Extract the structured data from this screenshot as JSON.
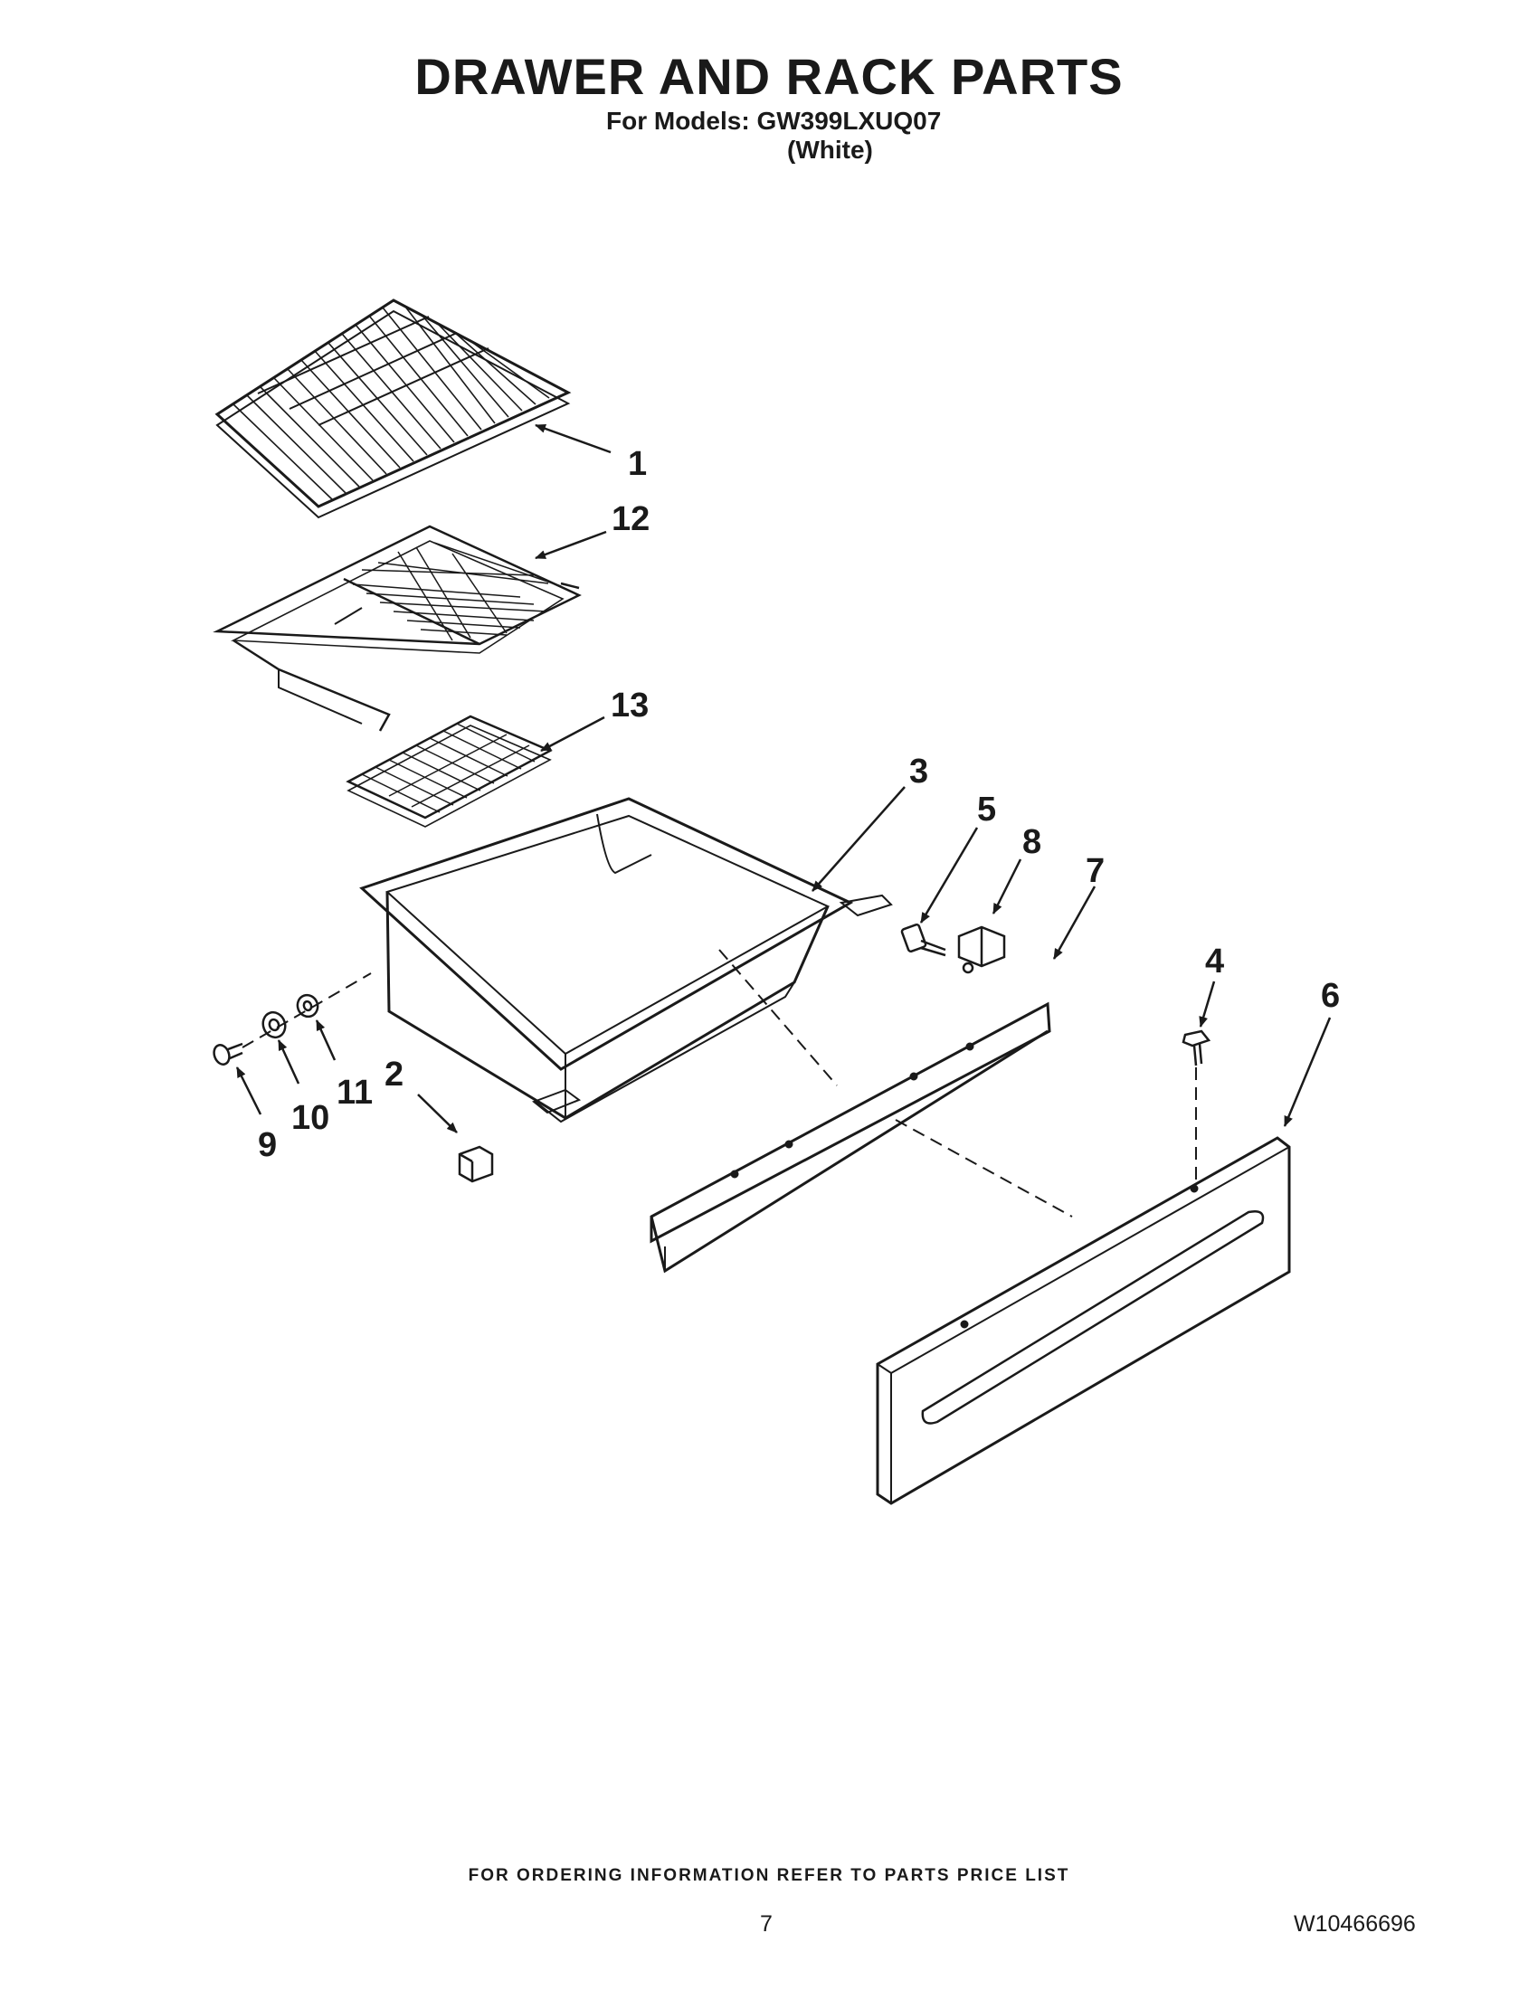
{
  "header": {
    "title": "DRAWER AND RACK PARTS",
    "models_line": "For Models: GW399LXUQ07",
    "variant": "(White)"
  },
  "callouts": [
    "1",
    "12",
    "13",
    "3",
    "5",
    "8",
    "7",
    "4",
    "6",
    "2",
    "9",
    "10",
    "11"
  ],
  "footer": {
    "note": "FOR ORDERING INFORMATION REFER TO PARTS PRICE LIST",
    "page_number": "7",
    "doc_number": "W10466696"
  }
}
